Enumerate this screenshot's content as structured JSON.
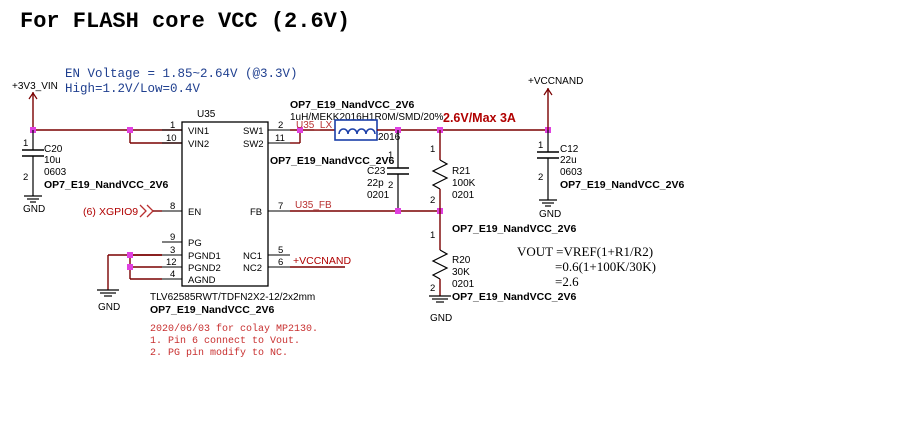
{
  "title": "For FLASH core VCC (2.6V)",
  "en_note": {
    "line1": "EN Voltage = 1.85~2.64V (@3.3V)",
    "line2": "High=1.2V/Low=0.4V"
  },
  "rails": {
    "vin": "+3V3_VIN",
    "vcc_nand_top": "+VCCNAND",
    "vcc_nand_pin": "+VCCNAND",
    "gnd": "GND"
  },
  "ic": {
    "ref": "U35",
    "part": "TLV62585RWT/TDFN2X2-12/2x2mm",
    "net": "OP7_E19_NandVCC_2V6",
    "left_pins": [
      {
        "num": "1",
        "name": "VIN1"
      },
      {
        "num": "10",
        "name": "VIN2"
      },
      {
        "num": "8",
        "name": "EN"
      },
      {
        "num": "9",
        "name": "PG"
      },
      {
        "num": "3",
        "name": "PGND1"
      },
      {
        "num": "12",
        "name": "PGND2"
      },
      {
        "num": "4",
        "name": "AGND"
      }
    ],
    "right_pins": [
      {
        "num": "2",
        "name": "SW1"
      },
      {
        "num": "11",
        "name": "SW2"
      },
      {
        "num": "7",
        "name": "FB"
      },
      {
        "num": "5",
        "name": "NC1"
      },
      {
        "num": "6",
        "name": "NC2"
      }
    ]
  },
  "nets": {
    "lx": "U35_LX",
    "fb": "U35_FB",
    "en_in_ref": "(6)",
    "en_in_name": "XGPIO9",
    "output_note": "2.6V/Max 3A"
  },
  "inductor": {
    "net": "OP7_E19_NandVCC_2V6",
    "value": "1uH/MEKK2016H1R0M/SMD/20%",
    "pkg": "2016"
  },
  "c20": {
    "ref": "C20",
    "value": "10u",
    "pkg": "0603",
    "pin1": "1",
    "pin2": "2",
    "net": "OP7_E19_NandVCC_2V6"
  },
  "c12": {
    "ref": "C12",
    "value": "22u",
    "pkg": "0603",
    "pin1": "1",
    "pin2": "2",
    "net": "OP7_E19_NandVCC_2V6"
  },
  "c23": {
    "ref": "C23",
    "value": "22p",
    "pkg": "0201",
    "pin1": "1",
    "pin2": "2",
    "net": "OP7_E19_NandVCC_2V6"
  },
  "r21": {
    "ref": "R21",
    "value": "100K",
    "pkg": "0201",
    "pin1": "1",
    "pin2": "2",
    "net": "OP7_E19_NandVCC_2V6"
  },
  "r20": {
    "ref": "R20",
    "value": "30K",
    "pkg": "0201",
    "pin1": "1",
    "pin2": "2",
    "net": "OP7_E19_NandVCC_2V6"
  },
  "formula": {
    "line1": "VOUT =VREF(1+R1/R2)",
    "line2": "=0.6(1+100K/30K)",
    "line3": "=2.6"
  },
  "revision_notes": [
    "2020/06/03 for colay MP2130.",
    "1. Pin 6 connect to Vout.",
    "2. PG pin modify to NC."
  ]
}
